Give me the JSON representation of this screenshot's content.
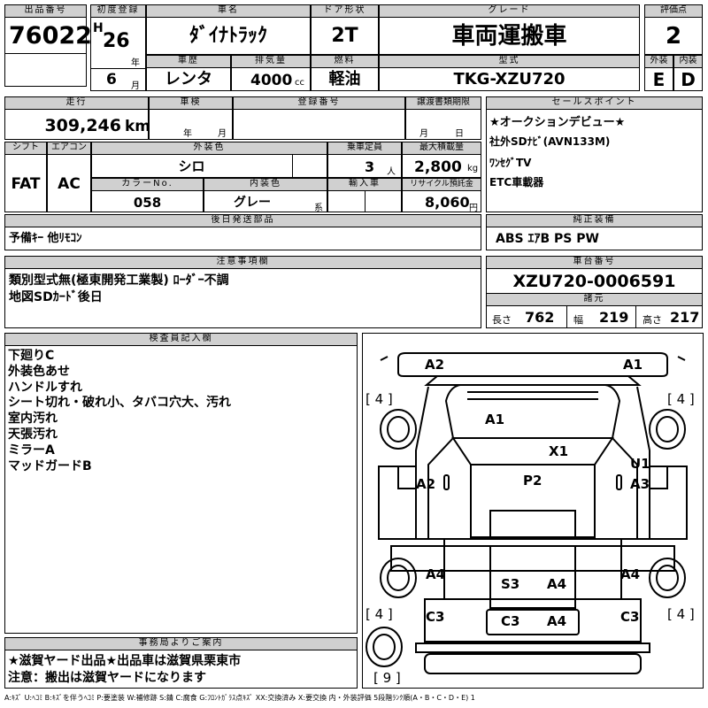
{
  "labels": {
    "lot_no": "出品番号",
    "first_reg": "初度登録",
    "car_name": "車名",
    "door": "ドア形状",
    "grade": "グレード",
    "score": "評価点",
    "history": "車歴",
    "displacement": "排気量",
    "fuel": "燃料",
    "model": "型式",
    "exterior": "外装",
    "interior": "内装",
    "mileage": "走行",
    "inspection": "車検",
    "plate": "登録番号",
    "transfer_deadline": "譲渡書類期限",
    "sales_points": "セールスポイント",
    "shift": "シフト",
    "aircon": "エアコン",
    "ext_color": "外装色",
    "capacity": "乗車定員",
    "max_load": "最大積載量",
    "color_no": "カラーNo.",
    "int_color": "内装色",
    "import": "輸入車",
    "recycle": "リサイクル預託金",
    "later_parts": "後日発送部品",
    "genuine_equip": "純正装備",
    "notes": "注意事項欄",
    "chassis_no": "車台番号",
    "specs": "諸元",
    "inspector": "検査員記入欄",
    "office": "事務局よりご案内"
  },
  "units": {
    "year": "年",
    "month": "月",
    "cc": "cc",
    "km": "km",
    "person": "人",
    "kg": "kg",
    "yen": "円",
    "kei": "系",
    "length": "長さ",
    "width": "幅",
    "height": "高さ"
  },
  "vehicle": {
    "lot_no": "76022",
    "era": "H",
    "year": "26",
    "month": "6",
    "car_name": "ﾀﾞｲﾅﾄﾗｯｸ",
    "door": "2T",
    "grade": "車両運搬車",
    "score": "2",
    "history": "レンタ",
    "displacement": "4000",
    "fuel": "軽油",
    "model": "TKG-XZU720",
    "exterior_grade": "E",
    "interior_grade": "D",
    "mileage": "309,246",
    "shift": "FAT",
    "aircon": "AC",
    "ext_color": "シロ",
    "capacity": "3",
    "max_load": "2,800",
    "color_no": "058",
    "int_color": "グレー",
    "recycle": "8,060",
    "later_parts": "予備ｷｰ 他ﾘﾓｺﾝ",
    "genuine_equip": "ABS ｴｱB PS PW",
    "chassis_no": "XZU720-0006591",
    "length": "762",
    "width": "219",
    "height": "217"
  },
  "sales_points": [
    "★オークションデビュー★",
    "社外SDﾅﾋﾞ(AVN133M)",
    "ﾜﾝｾｸﾞTV",
    "ETC車載器"
  ],
  "notes_lines": [
    "類別型式無(極東開発工業製) ﾛｰﾀﾞｰ不調",
    "地図SDｶｰﾄﾞ後日"
  ],
  "inspector_lines": [
    "下廻りC",
    "外装色あせ",
    "ハンドルすれ",
    "シート切れ・破れ小、タバコ穴大、汚れ",
    "室内汚れ",
    "天張汚れ",
    "ミラーA",
    "マッドガードB"
  ],
  "office_lines": [
    "★滋賀ヤード出品★出品車は滋賀県栗東市",
    "注意：搬出は滋賀ヤードになります"
  ],
  "diagram": {
    "marks": [
      {
        "id": "front-left",
        "text": "A2"
      },
      {
        "id": "front-right",
        "text": "A1"
      },
      {
        "id": "hood",
        "text": "A1"
      },
      {
        "id": "windshield",
        "text": "X1"
      },
      {
        "id": "right-door-upper",
        "text": "U1"
      },
      {
        "id": "left-door",
        "text": "A2"
      },
      {
        "id": "right-door",
        "text": "A3"
      },
      {
        "id": "roof",
        "text": "P2"
      },
      {
        "id": "left-rear-fender",
        "text": "A4"
      },
      {
        "id": "right-rear-fender",
        "text": "A4"
      },
      {
        "id": "bed-left",
        "text": "S3"
      },
      {
        "id": "bed-right",
        "text": "A4"
      },
      {
        "id": "left-rear-lower",
        "text": "C3"
      },
      {
        "id": "right-rear-lower",
        "text": "C3"
      },
      {
        "id": "rear-left",
        "text": "C3"
      },
      {
        "id": "rear-right",
        "text": "A4"
      }
    ],
    "tires": [
      {
        "id": "front-left",
        "text": "[ 4 ]"
      },
      {
        "id": "front-right",
        "text": "[ 4 ]"
      },
      {
        "id": "rear-left",
        "text": "[ 4 ]"
      },
      {
        "id": "rear-right",
        "text": "[ 4 ]"
      },
      {
        "id": "spare",
        "text": "[ 9 ]"
      }
    ]
  },
  "legend": "A:ｷｽﾞ U:ﾍｺﾐ B:ｷｽﾞを伴うﾍｺﾐ P:要塗装 W:補修跡 S:錆 C:腐食 G:ﾌﾛﾝﾄｶﾞﾗｽ点ｷｽﾞ XX:交換済み X:要交換 内・外装評価 5段階ﾗﾝｸ順(A・B・C・D・E) 1"
}
